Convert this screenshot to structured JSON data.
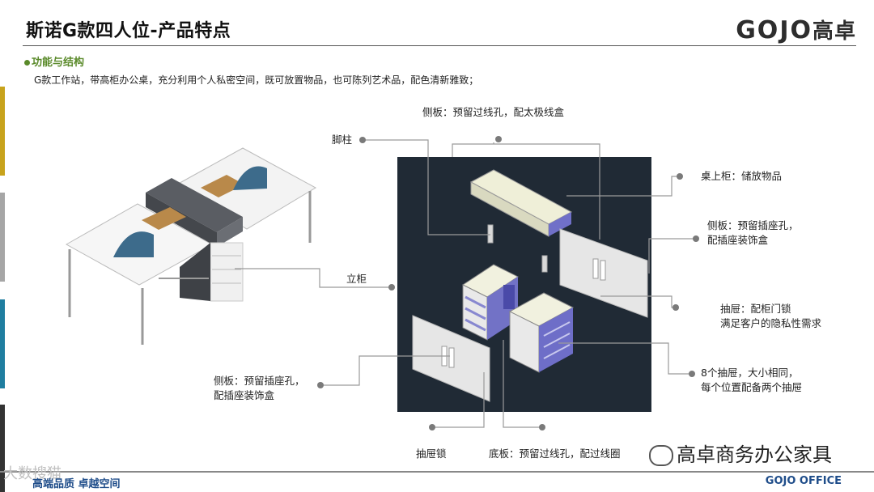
{
  "header": {
    "title": "斯诺G款四人位-产品特点",
    "logo_latin": "GOJO",
    "logo_cn": "高卓"
  },
  "section": {
    "heading": "功能与结构",
    "description": "G款工作站，带高柜办公桌，充分利用个人私密空间，既可放置物品，也可陈列艺术品，配色清新雅致；"
  },
  "callouts": {
    "side_panel_top": "侧板：预留过线孔，配太极线盒",
    "leg": "脚柱",
    "top_cabinet": "桌上柜：储放物品",
    "side_panel_right_1": "侧板：预留插座孔，",
    "side_panel_right_2": "配插座装饰盒",
    "pedestal": "立柜",
    "drawer_lock_1": "抽屉：配柜门锁",
    "drawer_lock_2": "满足客户的隐私性需求",
    "drawers_1": "8个抽屉，大小相同，",
    "drawers_2": "每个位置配备两个抽屉",
    "side_panel_left_1": "侧板：预留插座孔，",
    "side_panel_left_2": "配插座装饰盒",
    "drawer_lock_bottom": "抽屉锁",
    "base_plate": "底板：预留过线孔，配过线圈"
  },
  "footer": {
    "wechat": "高卓商务办公家具",
    "left": "高端品质  卓越空间",
    "right": "GOJO OFFICE",
    "watermark": "大数搜猫"
  },
  "colors": {
    "dark_panel": "#202a35",
    "accent_green": "#5a8a2a",
    "footer_blue": "#1f4d8a",
    "drawer_purple": "#6e6ec8"
  }
}
